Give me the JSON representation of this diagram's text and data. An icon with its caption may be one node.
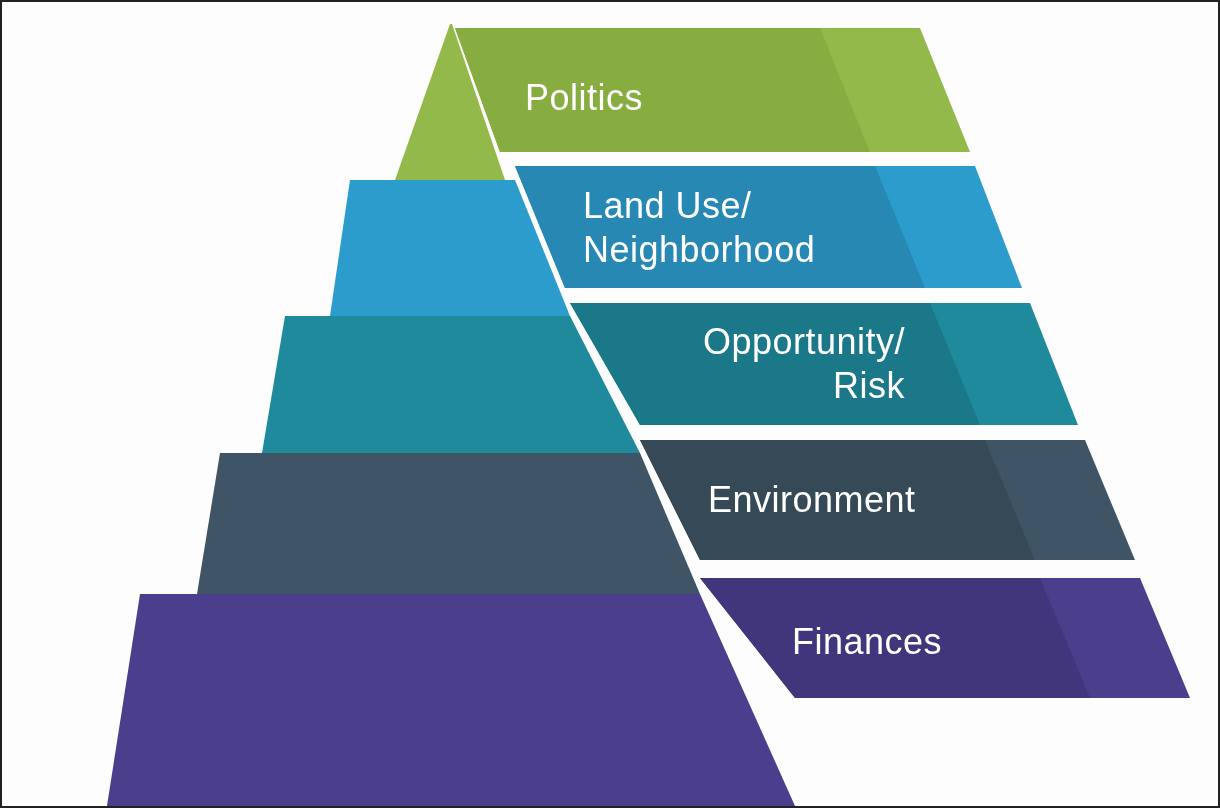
{
  "diagram": {
    "nodes": [
      {
        "text": [
          "Politics"
        ]
      },
      {
        "text": [
          "Land Use/ Neighborhood"
        ]
      },
      {
        "text": [
          "Opportunity/ Risk"
        ]
      },
      {
        "text": [
          "Environment"
        ]
      },
      {
        "text": [
          "Finances"
        ]
      }
    ]
  }
}
